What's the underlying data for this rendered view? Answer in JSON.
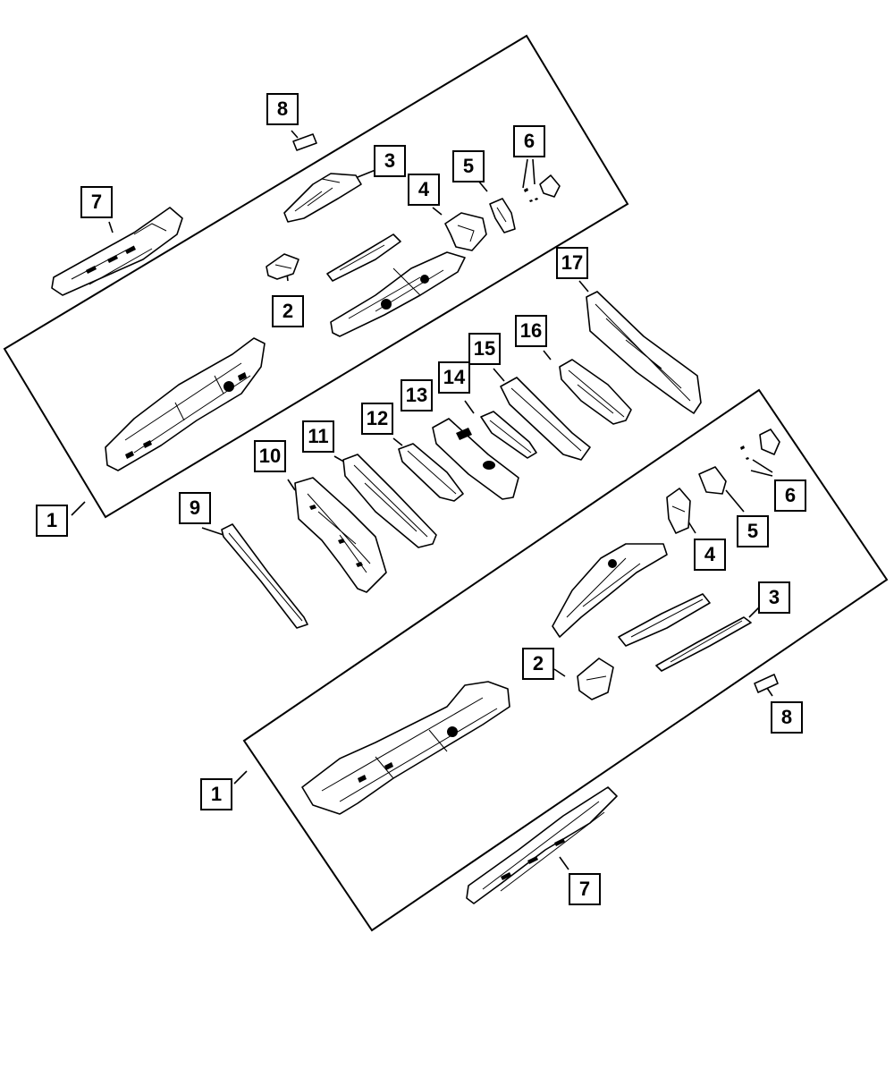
{
  "callouts": [
    {
      "id": "c1a",
      "label": "1"
    },
    {
      "id": "c1b",
      "label": "1"
    },
    {
      "id": "c2a",
      "label": "2"
    },
    {
      "id": "c2b",
      "label": "2"
    },
    {
      "id": "c3a",
      "label": "3"
    },
    {
      "id": "c3b",
      "label": "3"
    },
    {
      "id": "c4a",
      "label": "4"
    },
    {
      "id": "c4b",
      "label": "4"
    },
    {
      "id": "c5a",
      "label": "5"
    },
    {
      "id": "c5b",
      "label": "5"
    },
    {
      "id": "c6a",
      "label": "6"
    },
    {
      "id": "c6b",
      "label": "6"
    },
    {
      "id": "c7a",
      "label": "7"
    },
    {
      "id": "c7b",
      "label": "7"
    },
    {
      "id": "c8a",
      "label": "8"
    },
    {
      "id": "c8b",
      "label": "8"
    },
    {
      "id": "c9",
      "label": "9"
    },
    {
      "id": "c10",
      "label": "10"
    },
    {
      "id": "c11",
      "label": "11"
    },
    {
      "id": "c12",
      "label": "12"
    },
    {
      "id": "c13",
      "label": "13"
    },
    {
      "id": "c14",
      "label": "14"
    },
    {
      "id": "c15",
      "label": "15"
    },
    {
      "id": "c16",
      "label": "16"
    },
    {
      "id": "c17",
      "label": "17"
    }
  ]
}
